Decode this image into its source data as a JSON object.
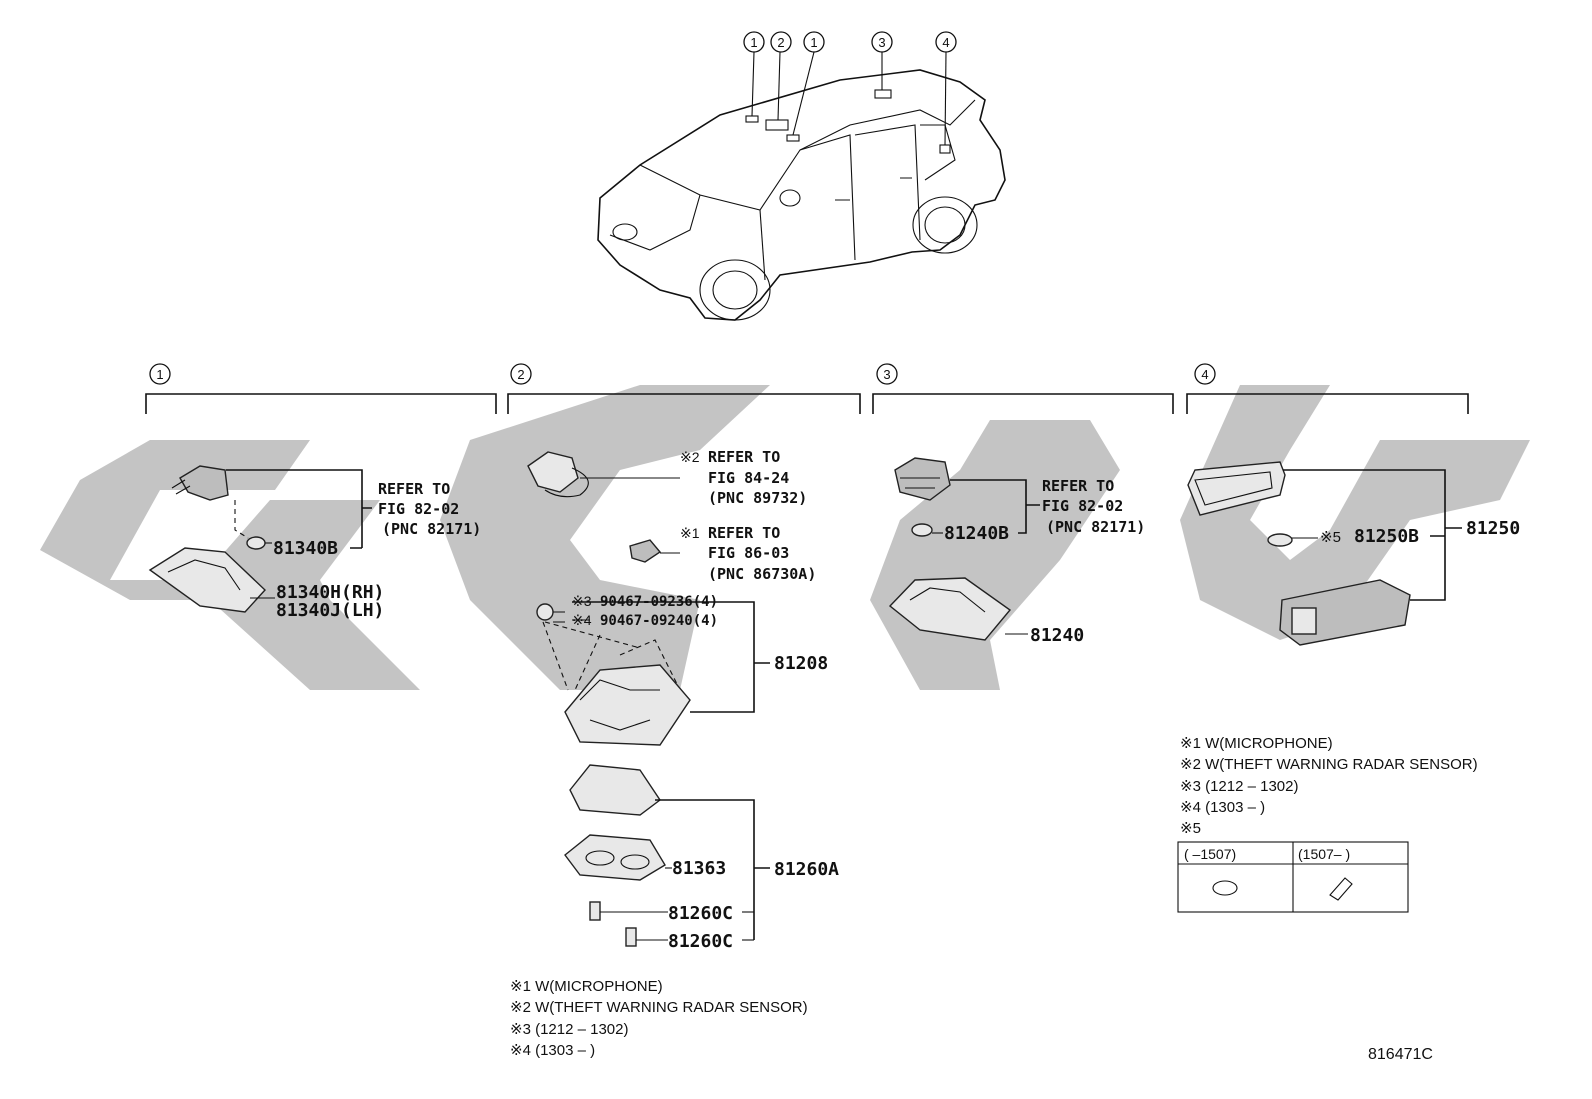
{
  "callouts": {
    "c1": "1",
    "c2": "2",
    "c3": "3",
    "c4": "4"
  },
  "group1": {
    "refer1": "REFER TO",
    "refer2": "FIG 82-02",
    "refer3": "(PNC 82171)",
    "p1": "81340B",
    "p2": "81340H(RH)",
    "p3": "81340J(LH)"
  },
  "group2": {
    "n2a": "※2",
    "n2b": "REFER TO",
    "n2c": "FIG 84-24",
    "n2d": "(PNC 89732)",
    "n1a": "※1",
    "n1b": "REFER TO",
    "n1c": "FIG 86-03",
    "n1d": "(PNC 86730A)",
    "s3": "※3",
    "s3p": "90467-09236(4)",
    "s4": "※4",
    "s4p": "90467-09240(4)",
    "p1": "81208",
    "p2": "81363",
    "p3": "81260A",
    "p4": "81260C",
    "p5": "81260C"
  },
  "group3": {
    "refer1": "REFER TO",
    "refer2": "FIG 82-02",
    "refer3": "(PNC 82171)",
    "p1": "81240B",
    "p2": "81240"
  },
  "group4": {
    "s5": "※5",
    "p1": "81250B",
    "p2": "81250"
  },
  "notes_right": {
    "l1": "※1 W(MICROPHONE)",
    "l2": "※2 W(THEFT WARNING RADAR SENSOR)",
    "l3": "※3 (1212 – 1302)",
    "l4": "※4 (1303 –        )",
    "l5": "※5",
    "col1": "(       –1507)",
    "col2": "(1507–       )"
  },
  "notes_bottom": {
    "l1": "※1 W(MICROPHONE)",
    "l2": "※2 W(THEFT WARNING RADAR SENSOR)",
    "l3": "※3 (1212 – 1302)",
    "l4": "※4 (1303 –        )"
  },
  "figure_number": "816471C"
}
